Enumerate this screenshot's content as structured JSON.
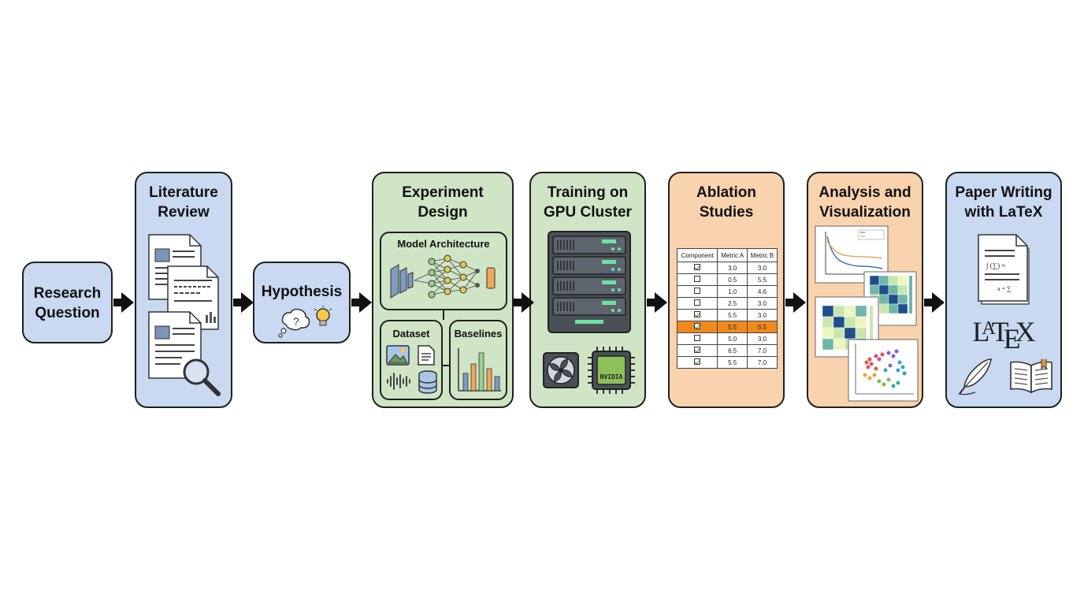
{
  "stages": [
    {
      "title": "Research\nQuestion"
    },
    {
      "title": "Literature\nReview"
    },
    {
      "title": "Hypothesis"
    },
    {
      "title": "Experiment\nDesign"
    },
    {
      "title": "Training on\nGPU Cluster"
    },
    {
      "title": "Ablation\nStudies"
    },
    {
      "title": "Analysis and\nVisualization"
    },
    {
      "title": "Paper Writing\nwith LaTeX"
    }
  ],
  "experiment": {
    "model_architecture": "Model Architecture",
    "dataset": "Dataset",
    "baselines": "Baselines"
  },
  "gpu": {
    "chip_label": "NVIDIA"
  },
  "ablation": {
    "headers": [
      "Component",
      "Metric A",
      "Metric B"
    ],
    "rows": [
      {
        "checked": true,
        "a": "3.0",
        "b": "3.0",
        "highlight": false
      },
      {
        "checked": false,
        "a": "0.5",
        "b": "5.5",
        "highlight": false
      },
      {
        "checked": false,
        "a": "1.0",
        "b": "4.6",
        "highlight": false
      },
      {
        "checked": false,
        "a": "2.5",
        "b": "3.0",
        "highlight": false
      },
      {
        "checked": true,
        "a": "5.5",
        "b": "3.0",
        "highlight": false
      },
      {
        "checked": true,
        "a": "5.5",
        "b": "6.5",
        "highlight": true
      },
      {
        "checked": false,
        "a": "5.0",
        "b": "3.0",
        "highlight": false
      },
      {
        "checked": true,
        "a": "6.5",
        "b": "7.0",
        "highlight": false
      },
      {
        "checked": true,
        "a": "5.5",
        "b": "7.0",
        "highlight": false
      }
    ]
  },
  "paper": {
    "latex_logo": "LaTeX"
  },
  "colors": {
    "blue_stage": "#c8d9f1",
    "green_stage": "#cfe5c5",
    "orange_stage": "#f9d3ad",
    "highlight_row": "#f08a1e",
    "outline": "#1f1f1f"
  },
  "icons": [
    "document-icon",
    "magnifier-icon",
    "thought-bubble-icon",
    "lightbulb-icon",
    "neural-network-icon",
    "image-icon",
    "file-icon",
    "waveform-icon",
    "database-icon",
    "bar-chart-icon",
    "server-rack-icon",
    "fan-icon",
    "gpu-chip-icon",
    "line-plot-icon",
    "heatmap-icon",
    "scatter-plot-icon",
    "feather-quill-icon",
    "open-book-icon"
  ]
}
